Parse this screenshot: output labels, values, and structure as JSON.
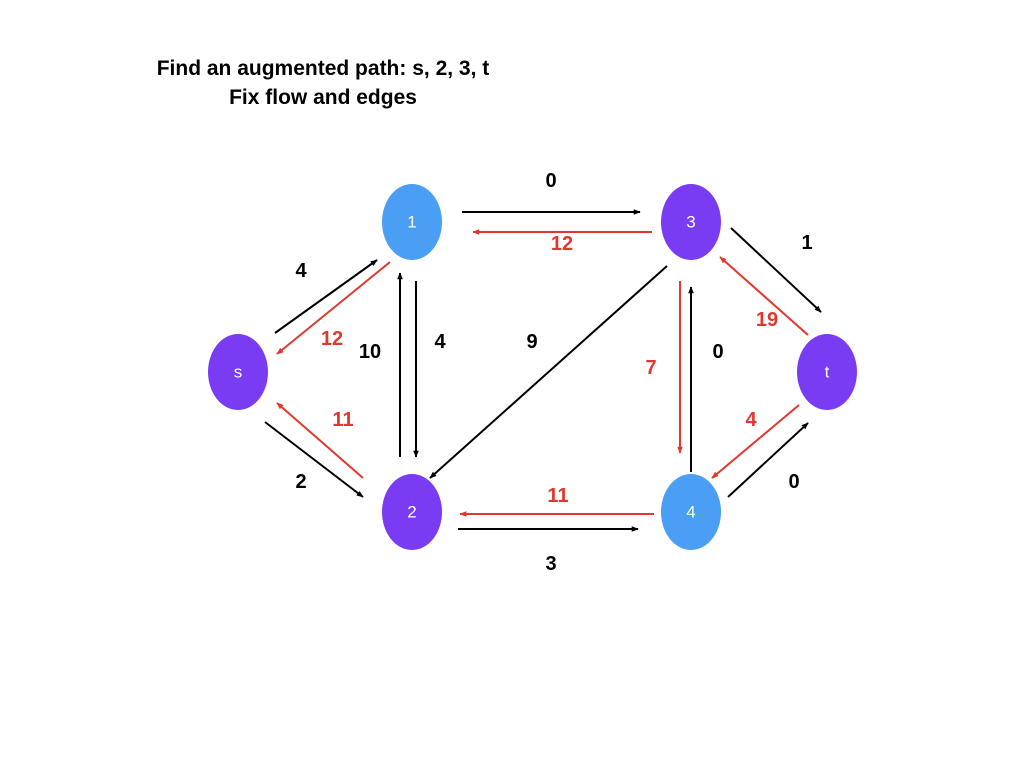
{
  "title": {
    "line1": "Find an augmented path: s, 2, 3, t",
    "line2": "Fix flow and edges"
  },
  "colors": {
    "blue_node": "#4a9ff5",
    "purple_node": "#7a3cf2",
    "black_edge": "#000000",
    "red_edge": "#e0382f"
  },
  "nodes": [
    {
      "id": "s",
      "label": "s",
      "color": "purple"
    },
    {
      "id": "1",
      "label": "1",
      "color": "blue"
    },
    {
      "id": "2",
      "label": "2",
      "color": "purple"
    },
    {
      "id": "3",
      "label": "3",
      "color": "purple"
    },
    {
      "id": "4",
      "label": "4",
      "color": "blue"
    },
    {
      "id": "t",
      "label": "t",
      "color": "purple"
    }
  ],
  "edges": [
    {
      "from": "s",
      "to": "1",
      "label": "4",
      "color": "black"
    },
    {
      "from": "1",
      "to": "s",
      "label": "12",
      "color": "red"
    },
    {
      "from": "s",
      "to": "2",
      "label": "2",
      "color": "black"
    },
    {
      "from": "2",
      "to": "s",
      "label": "11",
      "color": "red"
    },
    {
      "from": "2",
      "to": "1",
      "label": "10",
      "color": "black"
    },
    {
      "from": "1",
      "to": "2",
      "label": "4",
      "color": "black"
    },
    {
      "from": "1",
      "to": "3",
      "label": "0",
      "color": "black"
    },
    {
      "from": "3",
      "to": "1",
      "label": "12",
      "color": "red"
    },
    {
      "from": "3",
      "to": "2",
      "label": "9",
      "color": "black"
    },
    {
      "from": "2",
      "to": "4",
      "label": "3",
      "color": "black"
    },
    {
      "from": "4",
      "to": "2",
      "label": "11",
      "color": "red"
    },
    {
      "from": "3",
      "to": "4",
      "label": "7",
      "color": "red"
    },
    {
      "from": "4",
      "to": "3",
      "label": "0",
      "color": "black"
    },
    {
      "from": "3",
      "to": "t",
      "label": "1",
      "color": "black"
    },
    {
      "from": "t",
      "to": "3",
      "label": "19",
      "color": "red"
    },
    {
      "from": "t",
      "to": "4",
      "label": "4",
      "color": "red"
    },
    {
      "from": "4",
      "to": "t",
      "label": "0",
      "color": "black"
    }
  ]
}
